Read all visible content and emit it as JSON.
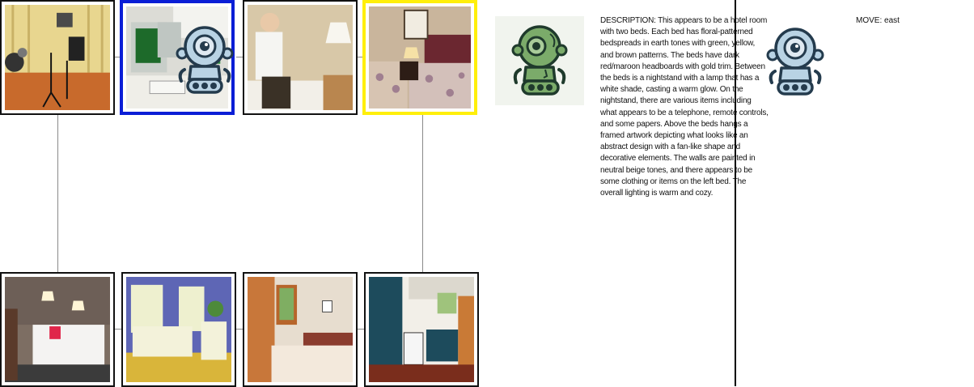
{
  "map": {
    "tiles": [
      {
        "id": "top-1",
        "scene": "recording studio",
        "state": "normal"
      },
      {
        "id": "top-2",
        "scene": "office desk with computer",
        "state": "current"
      },
      {
        "id": "top-3",
        "scene": "man on phone in bedroom",
        "state": "normal"
      },
      {
        "id": "top-4",
        "scene": "hotel room with two beds",
        "state": "target"
      },
      {
        "id": "bottom-1",
        "scene": "bedroom with white bed",
        "state": "normal"
      },
      {
        "id": "bottom-2",
        "scene": "kids room with furniture",
        "state": "normal"
      },
      {
        "id": "bottom-3",
        "scene": "bedroom with window",
        "state": "normal"
      },
      {
        "id": "bottom-4",
        "scene": "kitchen with teal cabinets",
        "state": "normal"
      }
    ]
  },
  "agent": {
    "icon": "robot-icon",
    "description": "DESCRIPTION: This appears to be a hotel room with two beds. Each bed has floral-patterned bedspreads in earth tones with green, yellow, and brown patterns. The beds have dark red/maroon headboards with gold trim. Between the beds is a nightstand with a lamp that has a white shade, casting a warm glow. On the nightstand, there are various items including what appears to be a telephone, remote controls, and some papers. Above the beds hangs a framed artwork depicting what looks like an abstract design with a fan-like shape and decorative elements. The walls are painted in neutral beige tones, and there appears to be some clothing or items on the left bed. The overall lighting is warm and cozy."
  },
  "action": {
    "move": "MOVE: east"
  },
  "colors": {
    "current_tile_border": "#0a1ed6",
    "target_tile_border": "#ffef0a",
    "agent_green": "#7bab6a",
    "map_robot_blue": "#b9d3e4"
  }
}
